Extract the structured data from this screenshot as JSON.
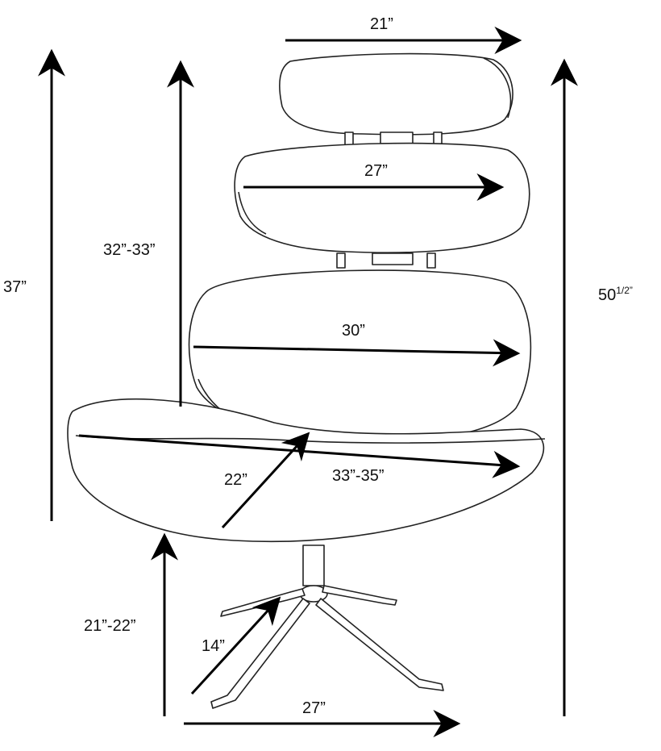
{
  "colors": {
    "line": "#222222",
    "arrow": "#000000",
    "background": "#ffffff"
  },
  "dimensions": {
    "headrest_width": "21”",
    "upper_back_width": "27”",
    "lower_back_width": "30”",
    "seat_width": "33”-35”",
    "seat_depth": "22”",
    "height_to_seat_top": "37”",
    "back_height": "32”-33”",
    "overall_height_whole": "50",
    "overall_height_fraction": "1/2”",
    "seat_height": "21”-22”",
    "base_leg": "14”",
    "base_width": "27”"
  }
}
